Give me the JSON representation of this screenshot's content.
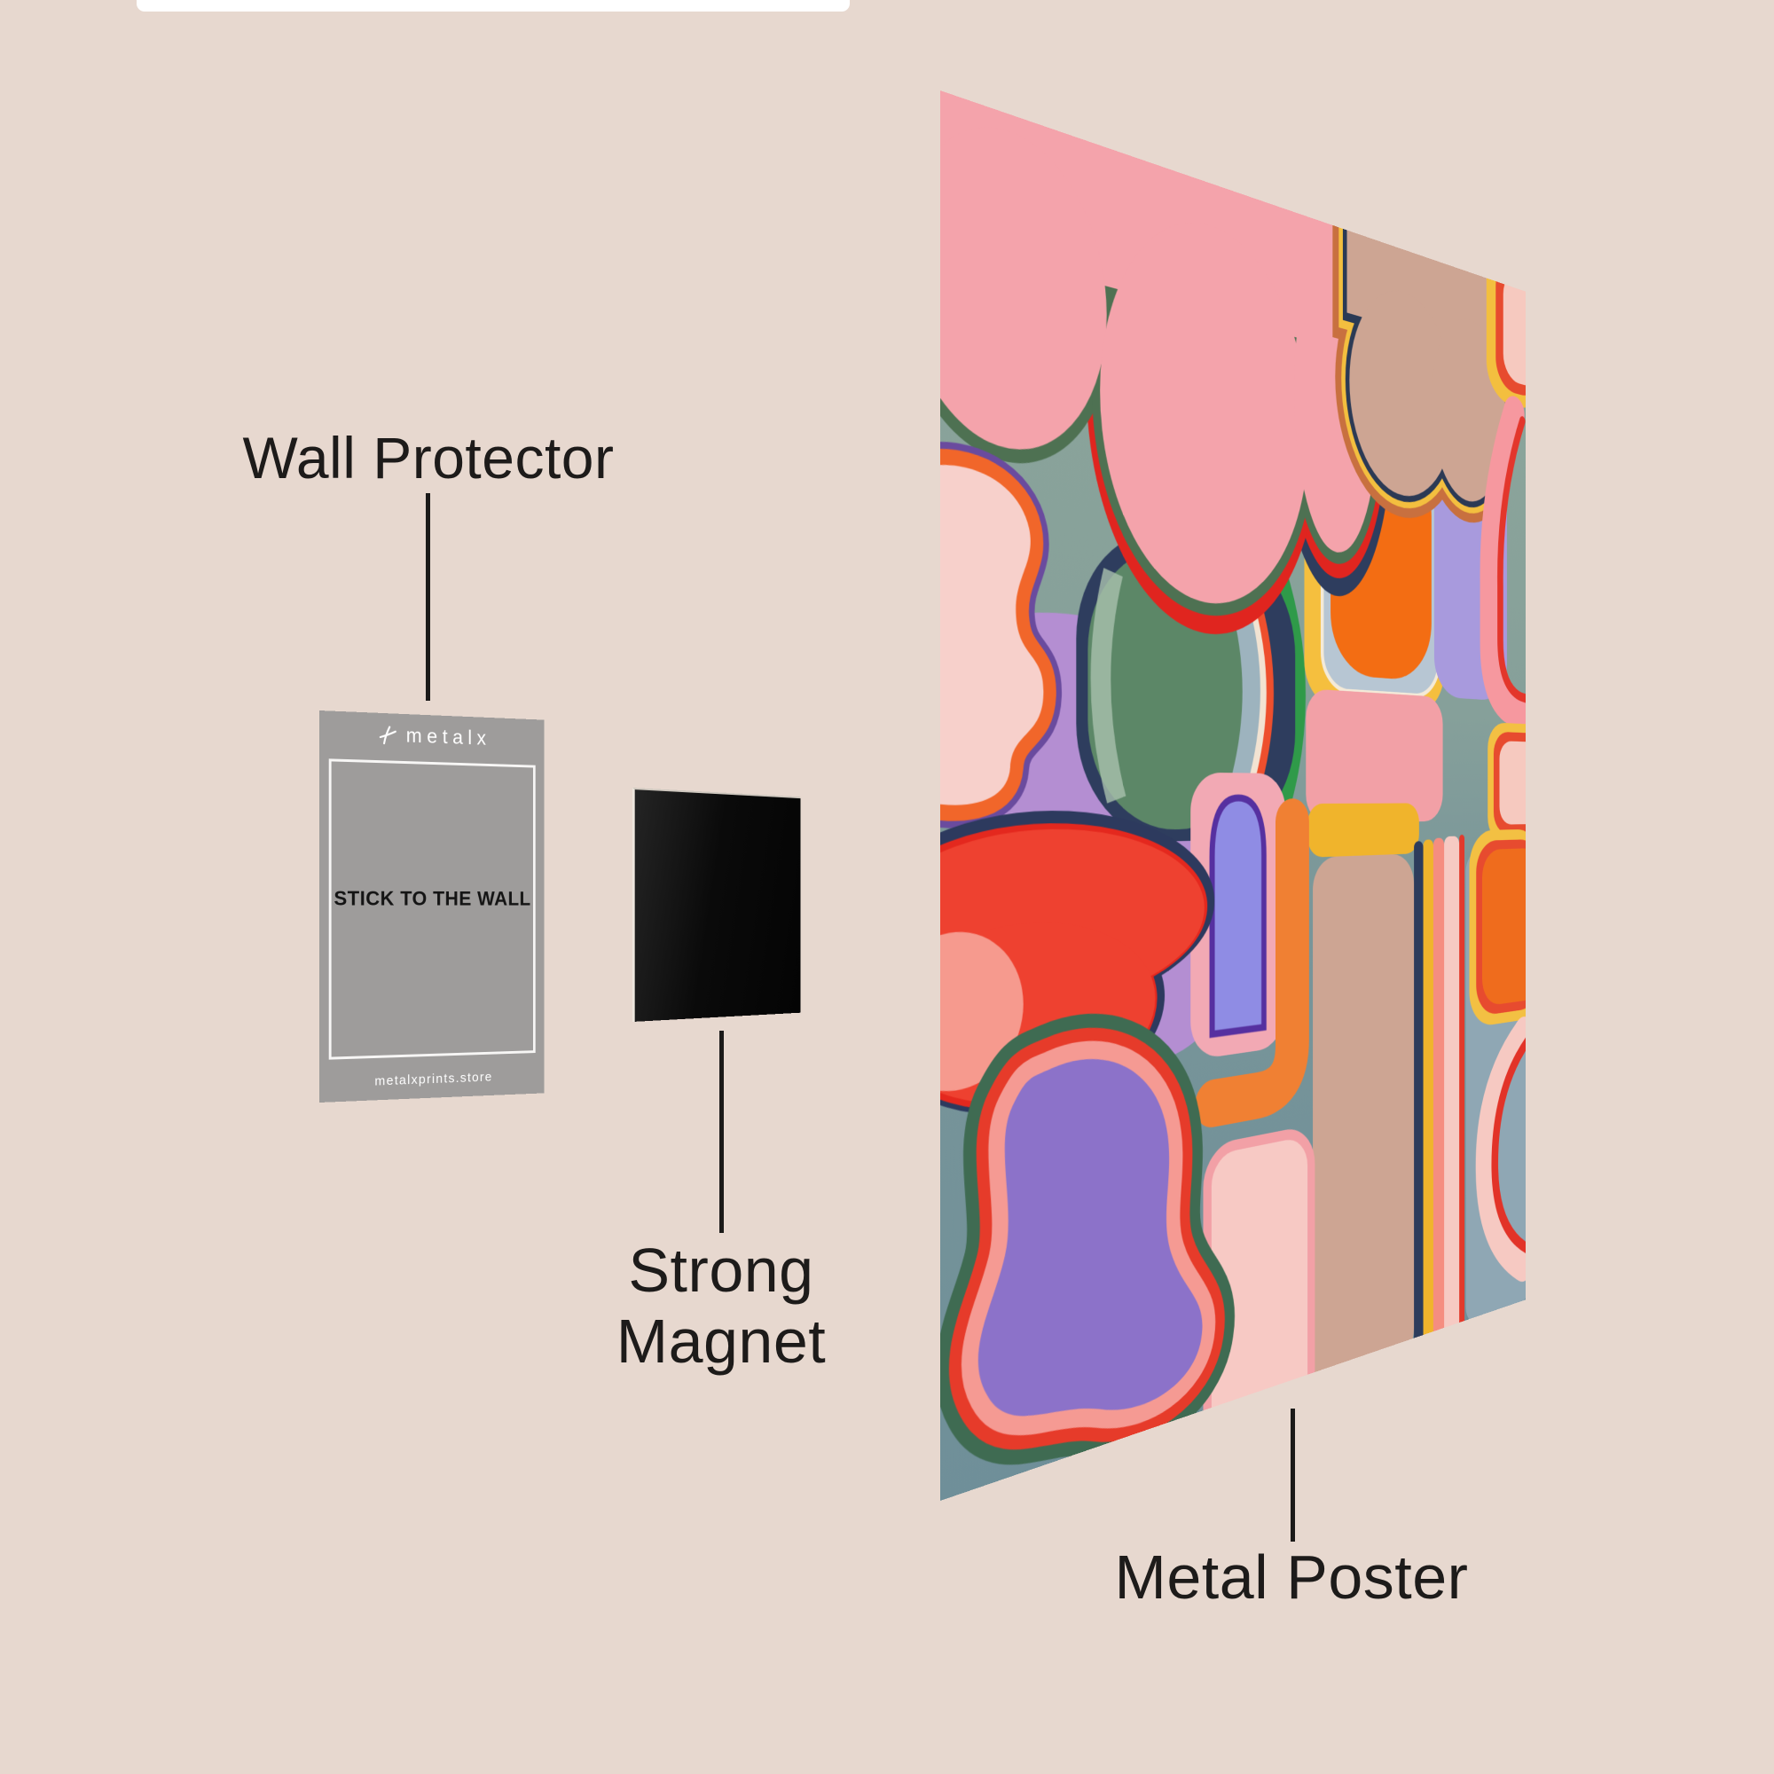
{
  "scene": {
    "background_color": "#e7d8cf",
    "text_color": "#1d1b1a",
    "leader_line_color": "#1b1a19",
    "top_strip_color": "#ffffff"
  },
  "labels": {
    "wall_protector": {
      "text": "Wall Protector"
    },
    "strong_magnet": {
      "lines": [
        "Strong",
        "Magnet"
      ]
    },
    "metal_poster": {
      "text": "Metal Poster"
    }
  },
  "card": {
    "brand": "metalx",
    "message": "STICK TO THE WALL",
    "website": "metalxprints.store",
    "color": "#9e9c9b"
  },
  "magnet": {
    "color": "#0a0a0a"
  },
  "poster": {
    "palette": {
      "sage": "#8da69b",
      "teal": "#6f8f99",
      "pink": "#f4a3ab",
      "blush": "#f7c9c2",
      "red": "#e0251f",
      "vermilion": "#ee4130",
      "orange": "#f36d13",
      "amber": "#f0b42c",
      "yellow": "#f5bf3e",
      "tan": "#cda593",
      "green": "#5c8767",
      "navy": "#2e3d5e",
      "lavender": "#a89add",
      "purple": "#8c72c9",
      "periwinkle": "#8f8ce4",
      "slate": "#9db3be"
    }
  }
}
